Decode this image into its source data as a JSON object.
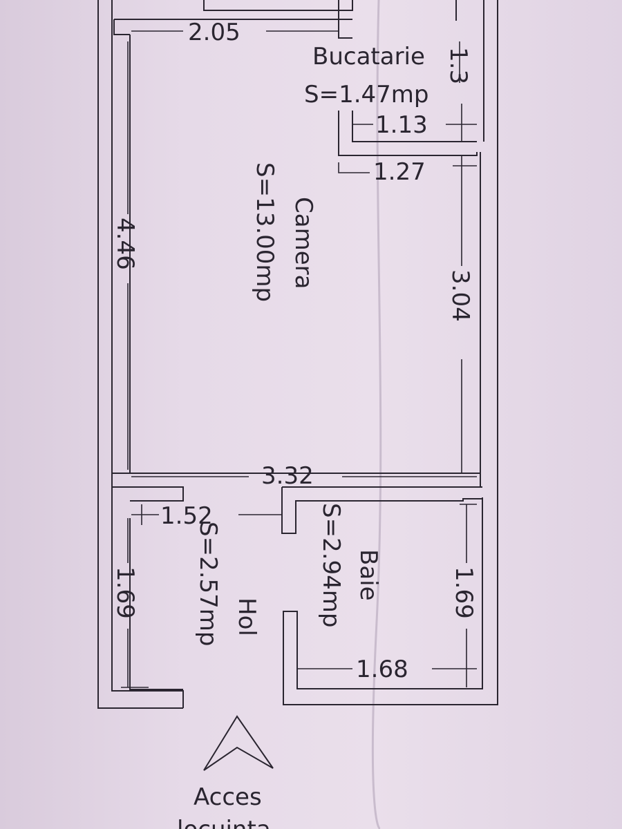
{
  "rooms": {
    "bucatarie": {
      "name": "Bucatarie",
      "area": "S=1.47mp"
    },
    "camera": {
      "name": "Camera",
      "area": "S=13.00mp"
    },
    "hol": {
      "name": "Hol",
      "area": "S=2.57mp"
    },
    "baie": {
      "name": "Baie",
      "area": "S=2.94mp"
    }
  },
  "dimensions": {
    "camera_top": "2.05",
    "bucatarie_side": "1.3",
    "bucatarie_width": "1.13",
    "corridor_width": "1.27",
    "camera_left": "4.46",
    "camera_right": "3.04",
    "camera_bottom": "3.32",
    "hol_width": "1.52",
    "hol_height": "1.69",
    "baie_height": "1.69",
    "baie_width": "1.68"
  },
  "entrance": {
    "line1": "Acces",
    "line2": "locuinta"
  }
}
